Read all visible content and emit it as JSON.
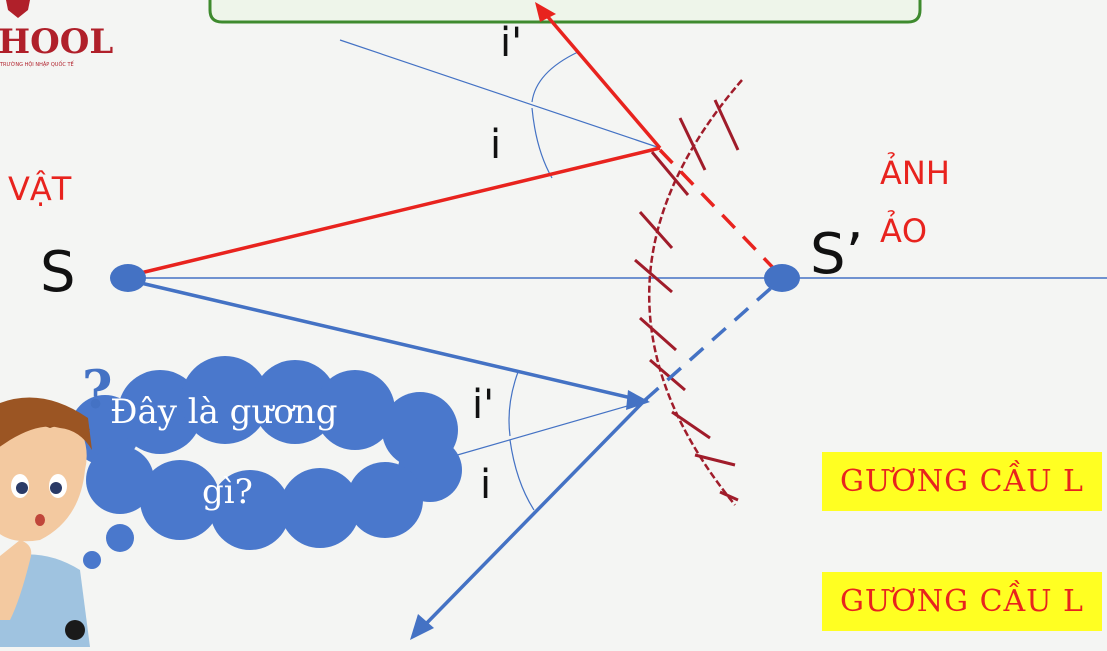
{
  "logo": {
    "text": "HOOL",
    "subtext": "TRƯỜNG HỘI NHẬP QUỐC TẾ"
  },
  "labels": {
    "vat": "VẬT",
    "s": "S",
    "s_prime": "S’",
    "anh": "ẢNH",
    "ao": "ẢO",
    "i_prime_top": "i'",
    "i_top": "i",
    "i_prime_bottom": "i'",
    "i_bottom": "i"
  },
  "thought_bubble": {
    "line1": "Đây là gương",
    "line2": "gì?"
  },
  "answers": {
    "option1": "GƯƠNG CẦU L",
    "option2": "GƯƠNG CẦU L"
  },
  "colors": {
    "red_ray": "#e8231e",
    "blue_ray": "#4472c4",
    "answer_bg": "#ffff22",
    "bubble": "#4a78cc"
  }
}
